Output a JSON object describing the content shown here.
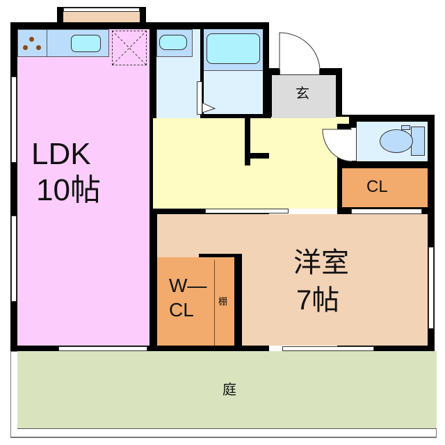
{
  "floorplan": {
    "rooms": {
      "ldk": {
        "name": "LDK",
        "size": "10帖",
        "color": "#fccdfc"
      },
      "western": {
        "name": "洋室",
        "size": "7帖",
        "color": "#f2d3b6"
      },
      "entrance": {
        "name": "玄",
        "color": "#dcdcdc"
      },
      "closet": {
        "name": "CL",
        "color": "#f2ab6d"
      },
      "walkin": {
        "name_line1": "W—",
        "name_line2": "CL",
        "shelf": "棚",
        "color": "#f2ab6d"
      },
      "garden": {
        "name": "庭",
        "color": "#d9e4bf"
      },
      "hall": {
        "color": "#fefcc2"
      },
      "wet": {
        "color": "#def2fe"
      },
      "bath_tub": {
        "color": "#aef2fe"
      }
    },
    "colors": {
      "wall": "#000000",
      "balcony": "#f2d3b6"
    }
  }
}
